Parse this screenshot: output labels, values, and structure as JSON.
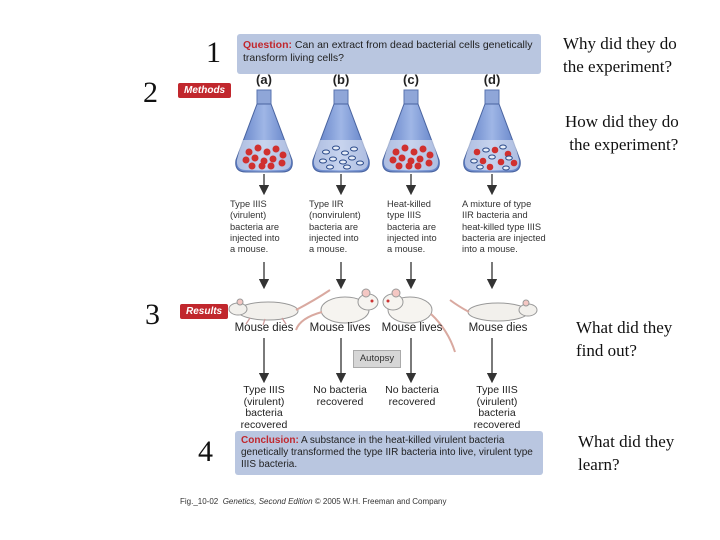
{
  "numbers": {
    "n1": "1",
    "n2": "2",
    "n3": "3",
    "n4": "4"
  },
  "side_questions": {
    "why": [
      "Why did they do",
      "the experiment?"
    ],
    "how": [
      "How did they do",
      " the experiment?"
    ],
    "what_found": [
      "What did they",
      "find out?"
    ],
    "what_learned": [
      "What did they",
      "learn?"
    ]
  },
  "question": {
    "label": "Question:",
    "text": " Can an extract from dead bacterial cells genetically transform living cells?"
  },
  "methods_tag": "Methods",
  "results_tag": "Results",
  "letters": [
    "(a)",
    "(b)",
    "(c)",
    "(d)"
  ],
  "methods": [
    [
      "Type IIIS",
      "(virulent)",
      "bacteria are",
      "injected into",
      "a mouse."
    ],
    [
      "Type IIR",
      "(nonvirulent)",
      "bacteria are",
      "injected into",
      "a mouse."
    ],
    [
      "Heat-killed",
      "type IIIS",
      "bacteria are",
      "injected into",
      "a mouse."
    ],
    [
      "A mixture of type",
      "IIR bacteria and",
      "heat-killed type IIIS",
      "bacteria are injected",
      "into a mouse."
    ]
  ],
  "outcomes": [
    "Mouse dies",
    "Mouse lives",
    "Mouse lives",
    "Mouse dies"
  ],
  "autopsy": "Autopsy",
  "recovered": [
    [
      "Type IIIS",
      "(virulent)",
      "bacteria",
      "recovered"
    ],
    [
      "No bacteria",
      "recovered"
    ],
    [
      "No bacteria",
      "recovered"
    ],
    [
      "Type IIIS",
      "(virulent)",
      "bacteria",
      "recovered"
    ]
  ],
  "conclusion": {
    "label": "Conclusion:",
    "text": " A substance in the heat-killed virulent bacteria genetically transformed the type IIR bacteria into live, virulent type IIIS bacteria."
  },
  "caption": {
    "fig": "Fig._10-02",
    "book": "Genetics, Second Edition",
    "rest": " © 2005 W.H. Freeman and Company"
  },
  "colors": {
    "accent_red": "#c1272d",
    "panel_blue": "#b9c6e0",
    "flask_blue": "#6f8fd0"
  },
  "flask_contents": [
    "red-bacteria",
    "blue-bacteria",
    "red-bacteria",
    "red-and-blue-bacteria"
  ]
}
